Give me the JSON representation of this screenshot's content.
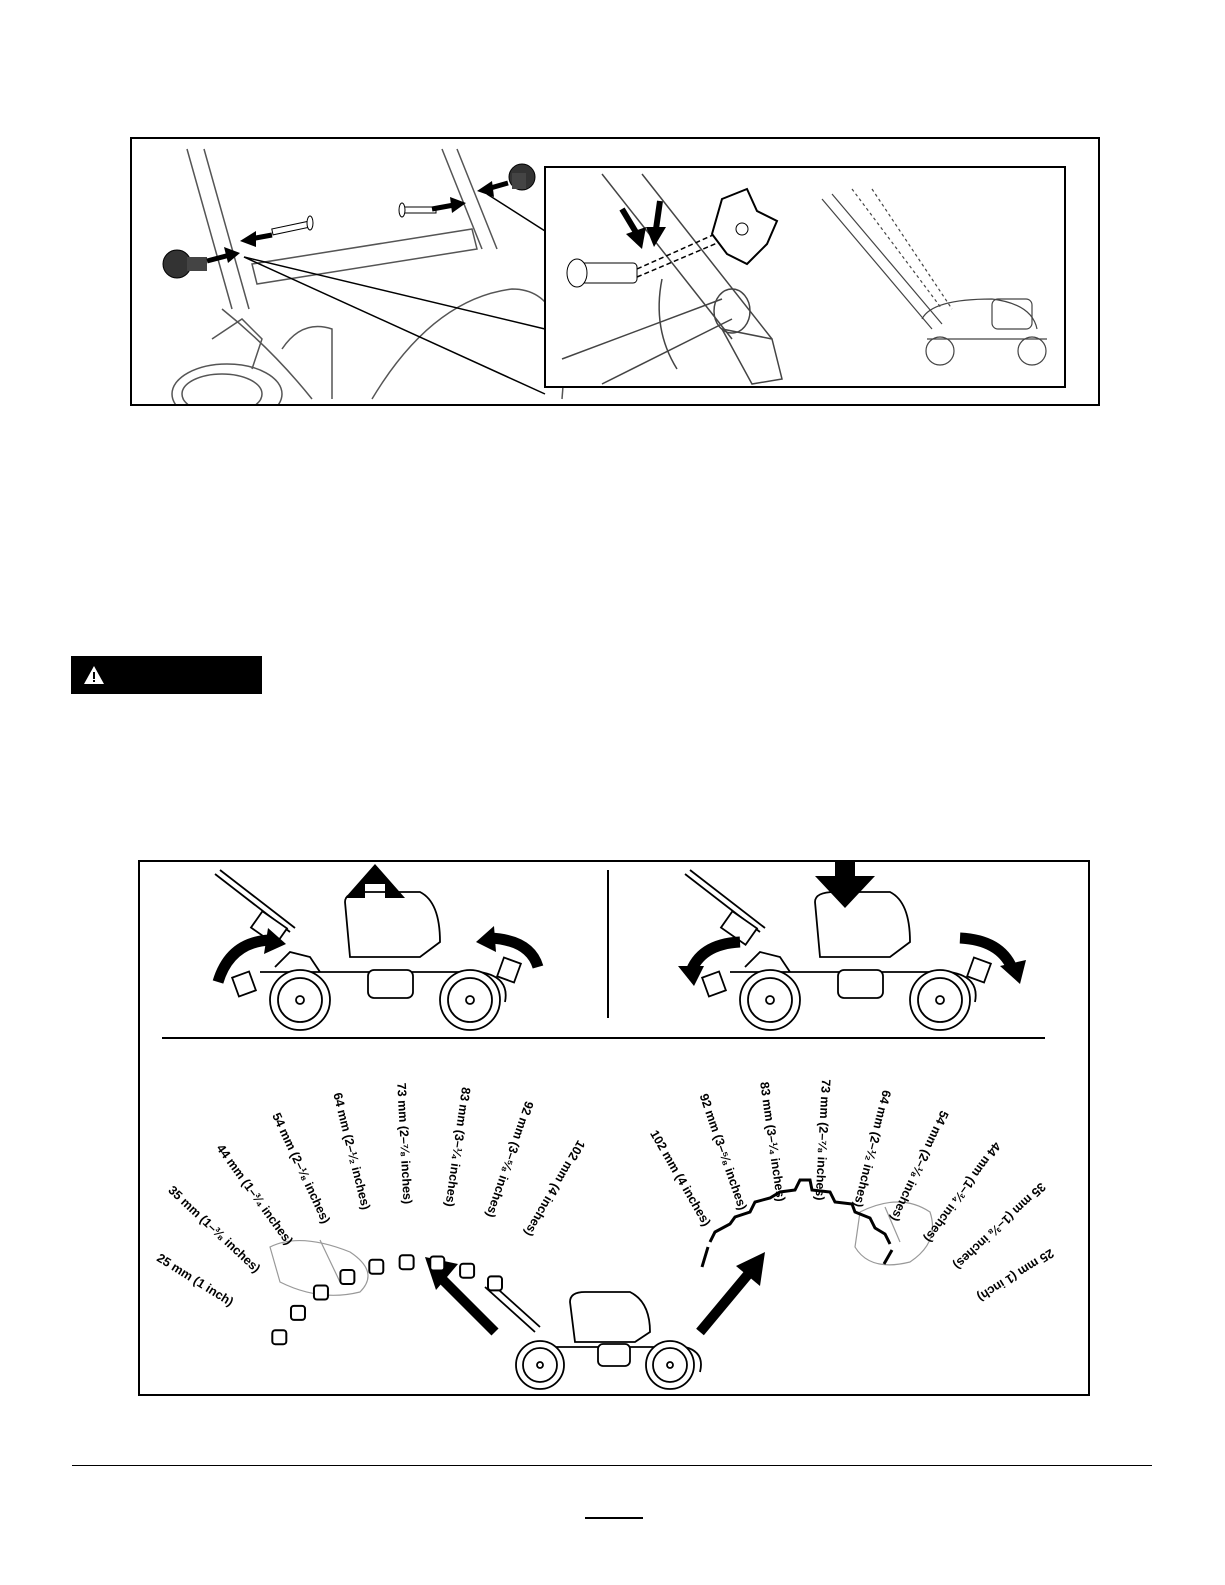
{
  "warning": {
    "icon": "warning-triangle-icon",
    "label": ""
  },
  "page_number": "",
  "height_settings": {
    "left_scale": [
      {
        "label": "25 mm (1 inch)"
      },
      {
        "label": "35 mm (1–³⁄₈ inches)"
      },
      {
        "label": "44 mm (1–³⁄₄ inches)"
      },
      {
        "label": "54 mm (2–¹⁄₈ inches)"
      },
      {
        "label": "64 mm (2–¹⁄₂ inches)"
      },
      {
        "label": "73 mm (2–⁷⁄₈ inches)"
      },
      {
        "label": "83 mm (3–¹⁄₄ inches)"
      },
      {
        "label": "92 mm (3–⁵⁄₈ inches)"
      },
      {
        "label": "102 mm (4 inches)"
      }
    ],
    "right_scale": [
      {
        "label": "102 mm (4 inches)"
      },
      {
        "label": "92 mm (3–⁵⁄₈ inches)"
      },
      {
        "label": "83 mm (3–¹⁄₄ inches)"
      },
      {
        "label": "73 mm (2–⁷⁄₈ inches)"
      },
      {
        "label": "64 mm (2–¹⁄₂ inches)"
      },
      {
        "label": "54 mm (2–¹⁄₈ inches)"
      },
      {
        "label": "44 mm (1–³⁄₄ inches)"
      },
      {
        "label": "35 mm (1–³⁄₈ inches)"
      },
      {
        "label": "25 mm (1 inch)"
      }
    ]
  }
}
